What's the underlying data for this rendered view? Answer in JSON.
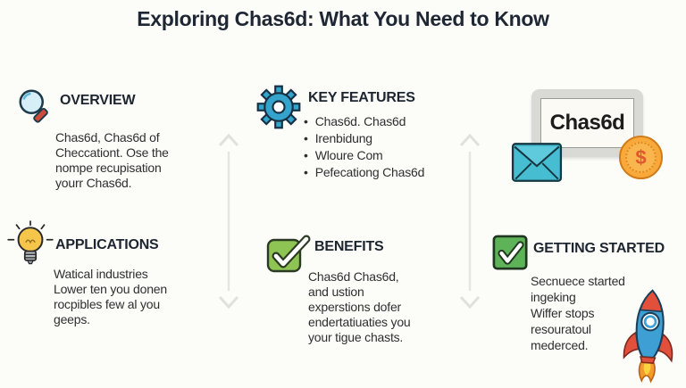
{
  "title": "Exploring Chas6d: What You Need to Know",
  "colors": {
    "background": "#fcfcf9",
    "title_text": "#1e2733",
    "body_text": "#2f2f2f",
    "accent_blue": "#35a4cc",
    "accent_green_light": "#8dc454",
    "accent_green": "#5eb257",
    "accent_yellow": "#f6c64b",
    "accent_red": "#cd4a3d",
    "accent_orange_coin": "#f8a93a",
    "accent_teal_envelope": "#46bdd0",
    "connector_gray": "#e3e3de"
  },
  "sections": {
    "overview": {
      "heading": "OVERVIEW",
      "icon": "magnifier-icon",
      "body": "Chas6d, Chas6d of\nCheccationt. Ose the\nnompe recupisation\nyourr Chas6d."
    },
    "key_features": {
      "heading": "KEY FEATURES",
      "icon": "gear-icon",
      "bullets": [
        "Chas6d. Chas6d",
        "Irenbidung",
        "Wloure Com",
        "Pefecationg Chas6d"
      ]
    },
    "applications": {
      "heading": "APPLICATIONS",
      "icon": "lightbulb-icon",
      "body": "Watical industries\nLower ten you donen\nrocpibles few al you\ngeeps."
    },
    "benefits": {
      "heading": "BENEFITS",
      "icon": "checkbox-check-icon",
      "body": "Chas6d Chas6d,\nand ustion\nexperstions dofer\nendertatiuaties you\nyour tigue chasts."
    },
    "getting_started": {
      "heading": "GETTING STARTED",
      "icon": "checkbox-check-icon",
      "body": "Secnuece started\ningeking\nWiffer stops\nresouratoul\nmederced."
    }
  },
  "illustration": {
    "screen_label": "Chas6d",
    "coin_symbol": "$"
  }
}
